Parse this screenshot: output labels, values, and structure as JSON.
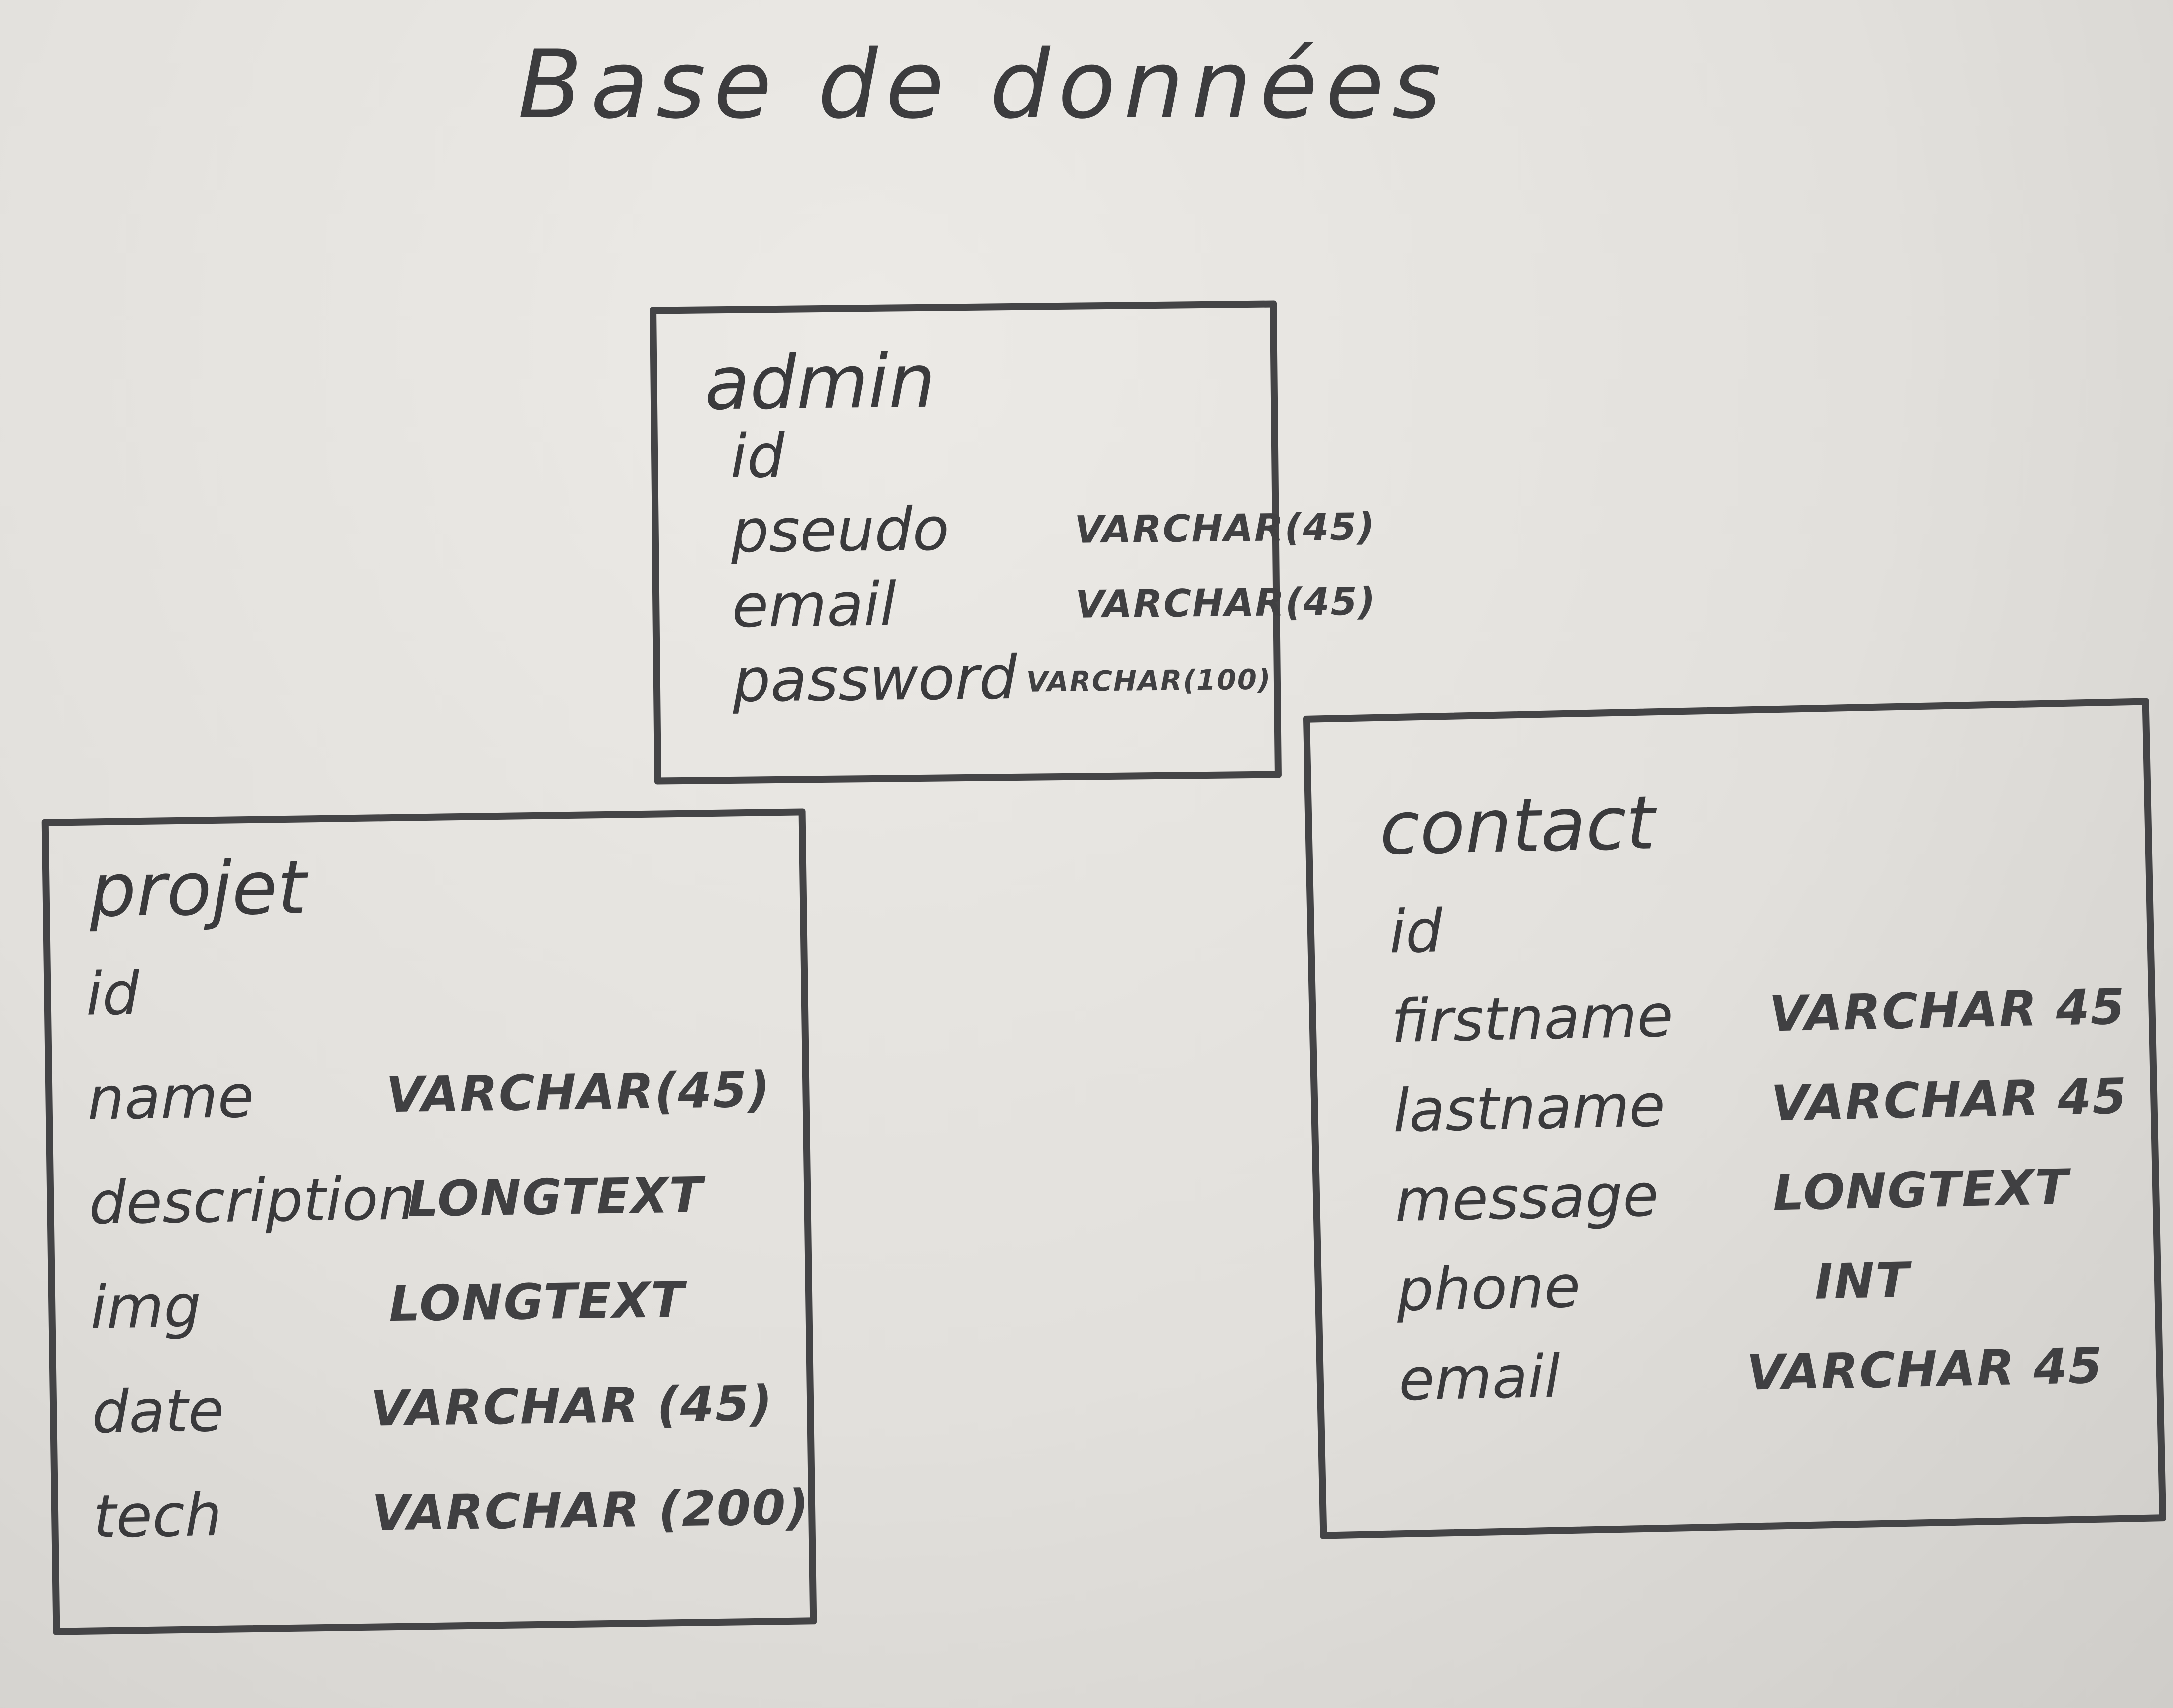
{
  "title": "Base de données",
  "tables": [
    {
      "key": "admin",
      "name": "admin",
      "fields": [
        {
          "name": "id",
          "type": ""
        },
        {
          "name": "pseudo",
          "type": "VARCHAR(45)"
        },
        {
          "name": "email",
          "type": "VARCHAR(45)"
        },
        {
          "name": "password",
          "type": "VARCHAR(100)"
        }
      ]
    },
    {
      "key": "projet",
      "name": "projet",
      "fields": [
        {
          "name": "id",
          "type": ""
        },
        {
          "name": "name",
          "type": "VARCHAR(45)"
        },
        {
          "name": "description",
          "type": "LONGTEXT"
        },
        {
          "name": "img",
          "type": "LONGTEXT"
        },
        {
          "name": "date",
          "type": "VARCHAR (45)"
        },
        {
          "name": "tech",
          "type": "VARCHAR (200)"
        }
      ]
    },
    {
      "key": "contact",
      "name": "contact",
      "fields": [
        {
          "name": "id",
          "type": ""
        },
        {
          "name": "firstname",
          "type": "VARCHAR 45"
        },
        {
          "name": "lastname",
          "type": "VARCHAR 45"
        },
        {
          "name": "message",
          "type": "LONGTEXT"
        },
        {
          "name": "phone",
          "type": "INT"
        },
        {
          "name": "email",
          "type": "VARCHAR 45"
        }
      ]
    }
  ]
}
